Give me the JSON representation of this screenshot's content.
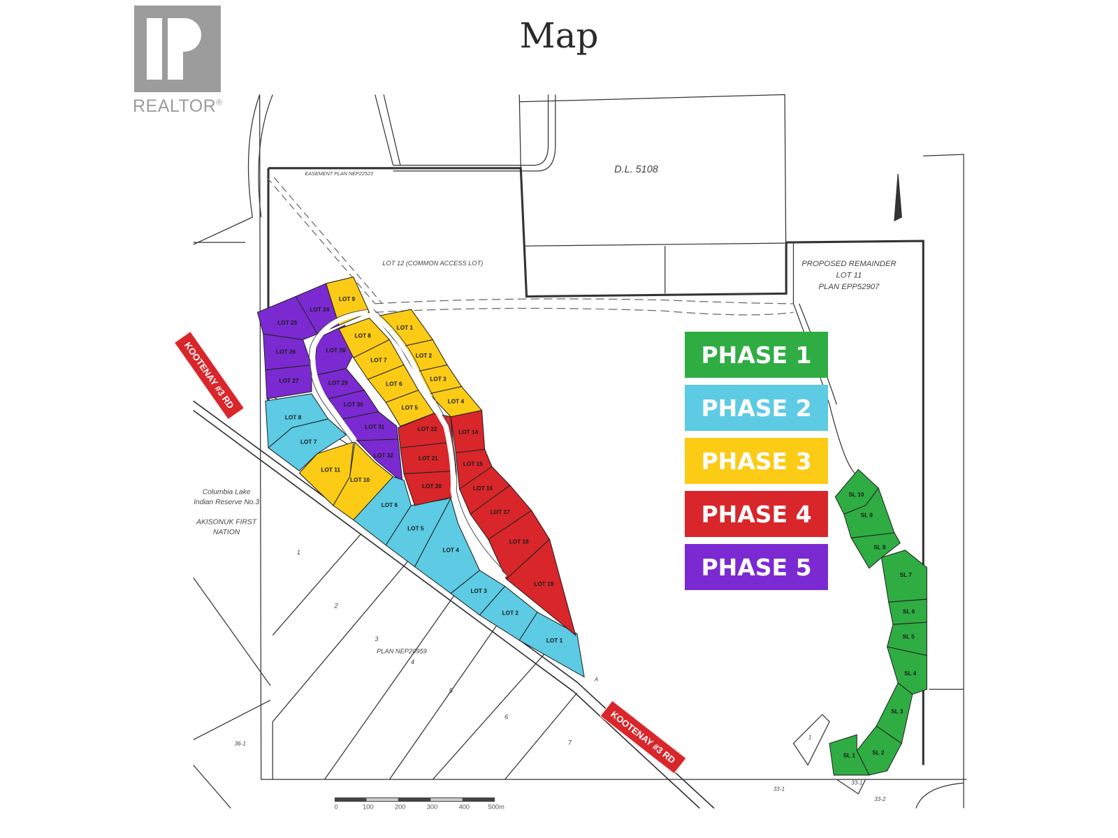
{
  "title": "Map",
  "logo": {
    "text": "REALTOR",
    "mark": "®"
  },
  "colors": {
    "phase1": "#2fad43",
    "phase2": "#5ccbe3",
    "phase3": "#fbcb16",
    "phase4": "#d8262b",
    "phase5": "#7b2ad1"
  },
  "legend": [
    {
      "label": "PHASE 1",
      "color": "#2fad43"
    },
    {
      "label": "PHASE 2",
      "color": "#5ccbe3"
    },
    {
      "label": "PHASE 3",
      "color": "#fbcb16"
    },
    {
      "label": "PHASE 4",
      "color": "#d8262b"
    },
    {
      "label": "PHASE 5",
      "color": "#7b2ad1"
    }
  ],
  "road_signs": [
    "KOOTENAY #3 RD",
    "KOOTENAY #3 RD"
  ],
  "lots": [
    {
      "label": "LOT 24",
      "phase": 5
    },
    {
      "label": "LOT 25",
      "phase": 5
    },
    {
      "label": "LOT 26",
      "phase": 5
    },
    {
      "label": "LOT 27",
      "phase": 5
    },
    {
      "label": "LOT 28",
      "phase": 5
    },
    {
      "label": "LOT 29",
      "phase": 5
    },
    {
      "label": "LOT 30",
      "phase": 5
    },
    {
      "label": "LOT 31",
      "phase": 5
    },
    {
      "label": "LOT 32",
      "phase": 5
    },
    {
      "label": "LOT 9",
      "phase": 3
    },
    {
      "label": "LOT 8",
      "phase": 3
    },
    {
      "label": "LOT 7",
      "phase": 3
    },
    {
      "label": "LOT 6",
      "phase": 3
    },
    {
      "label": "LOT 5",
      "phase": 3
    },
    {
      "label": "LOT 1",
      "phase": 3
    },
    {
      "label": "LOT 2",
      "phase": 3
    },
    {
      "label": "LOT 3",
      "phase": 3
    },
    {
      "label": "LOT 4",
      "phase": 3
    },
    {
      "label": "LOT 11",
      "phase": 3
    },
    {
      "label": "LOT 10",
      "phase": 3
    },
    {
      "label": "LOT 8",
      "phase": 2
    },
    {
      "label": "LOT 7",
      "phase": 2
    },
    {
      "label": "LOT 6",
      "phase": 2
    },
    {
      "label": "LOT 5",
      "phase": 2
    },
    {
      "label": "LOT 4",
      "phase": 2
    },
    {
      "label": "LOT 3",
      "phase": 2
    },
    {
      "label": "LOT 2",
      "phase": 2
    },
    {
      "label": "LOT 1",
      "phase": 2
    },
    {
      "label": "LOT 22",
      "phase": 4
    },
    {
      "label": "LOT 21",
      "phase": 4
    },
    {
      "label": "LOT 20",
      "phase": 4
    },
    {
      "label": "LOT 14",
      "phase": 4
    },
    {
      "label": "LOT 15",
      "phase": 4
    },
    {
      "label": "LOT 16",
      "phase": 4
    },
    {
      "label": "LOT 17",
      "phase": 4
    },
    {
      "label": "LOT 18",
      "phase": 4
    },
    {
      "label": "LOT 19",
      "phase": 4
    },
    {
      "label": "SL 10",
      "phase": 1
    },
    {
      "label": "SL 9",
      "phase": 1
    },
    {
      "label": "SL 8",
      "phase": 1
    },
    {
      "label": "SL 7",
      "phase": 1
    },
    {
      "label": "SL 6",
      "phase": 1
    },
    {
      "label": "SL 5",
      "phase": 1
    },
    {
      "label": "SL 4",
      "phase": 1
    },
    {
      "label": "SL 3",
      "phase": 1
    },
    {
      "label": "SL 2",
      "phase": 1
    },
    {
      "label": "SL 1",
      "phase": 1
    }
  ],
  "map_labels": {
    "easement_north": "EASEMENT PLAN NEP22523",
    "lot12": "LOT 12 (COMMON ACCESS LOT)",
    "dl": "D.L. 5108",
    "remainder": [
      "PROPOSED REMAINDER",
      "LOT 11",
      "PLAN EPP52907"
    ],
    "reserve": [
      "Columbia Lake",
      "Indian Reserve No.3",
      "AKISONUK FIRST",
      "NATION"
    ],
    "plan_south": "PLAN NEP20959",
    "parcels": [
      "1",
      "2",
      "3",
      "4",
      "5",
      "6",
      "7"
    ],
    "misc": [
      "36-1",
      "33-1",
      "33-1",
      "33-2",
      "A",
      "1"
    ]
  },
  "scale_bar": {
    "ticks": [
      "0",
      "100",
      "200",
      "300",
      "400",
      "500m"
    ]
  }
}
